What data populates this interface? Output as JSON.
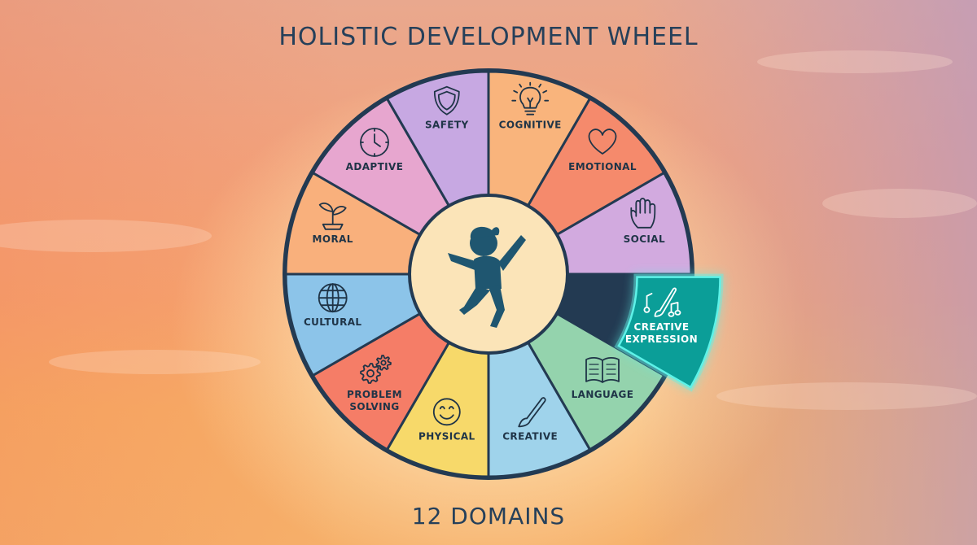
{
  "title": "HOLISTIC DEVELOPMENT WHEEL",
  "footer": "12 DOMAINS",
  "colors": {
    "cognitive": "#f9b47c",
    "emotional": "#f58a6c",
    "social": "#d2aadf",
    "creative_expression": "#0b9e98",
    "creative_expression_glow": "#5ef2e8",
    "language": "#94d3ad",
    "creative": "#9fd3eb",
    "physical": "#f7d96a",
    "problem_solving": "#f57d67",
    "cultural": "#8cc4e9",
    "moral": "#f9b07c",
    "adaptive": "#e7a6cf",
    "safety": "#c7a8e2",
    "hub": "#fbe4b8",
    "outline": "#233a52",
    "child": "#1f5670"
  },
  "segments": [
    {
      "key": "cognitive",
      "lines": [
        "COGNITIVE"
      ],
      "icon": "lightbulb-icon"
    },
    {
      "key": "emotional",
      "lines": [
        "EMOTIONAL"
      ],
      "icon": "heart-icon"
    },
    {
      "key": "social",
      "lines": [
        "SOCIAL"
      ],
      "icon": "hand-icon"
    },
    {
      "key": "creative_expression",
      "lines": [
        "CREATIVE",
        "EXPRESSION"
      ],
      "icon": "brush-music-icon",
      "highlighted": true
    },
    {
      "key": "language",
      "lines": [
        "LANGUAGE"
      ],
      "icon": "book-icon"
    },
    {
      "key": "creative",
      "lines": [
        "CREATIVE"
      ],
      "icon": "paintbrush-icon"
    },
    {
      "key": "physical",
      "lines": [
        "PHYSICAL"
      ],
      "icon": "smiley-icon"
    },
    {
      "key": "problem_solving",
      "lines": [
        "PROBLEM",
        "SOLVING"
      ],
      "icon": "gears-icon"
    },
    {
      "key": "cultural",
      "lines": [
        "CULTURAL"
      ],
      "icon": "globe-icon"
    },
    {
      "key": "moral",
      "lines": [
        "MORAL"
      ],
      "icon": "sprout-icon"
    },
    {
      "key": "adaptive",
      "lines": [
        "ADAPTIVE"
      ],
      "icon": "clock-icon"
    },
    {
      "key": "safety",
      "lines": [
        "SAFETY"
      ],
      "icon": "shield-icon"
    }
  ],
  "center": {
    "figure": "jumping-child-icon"
  }
}
